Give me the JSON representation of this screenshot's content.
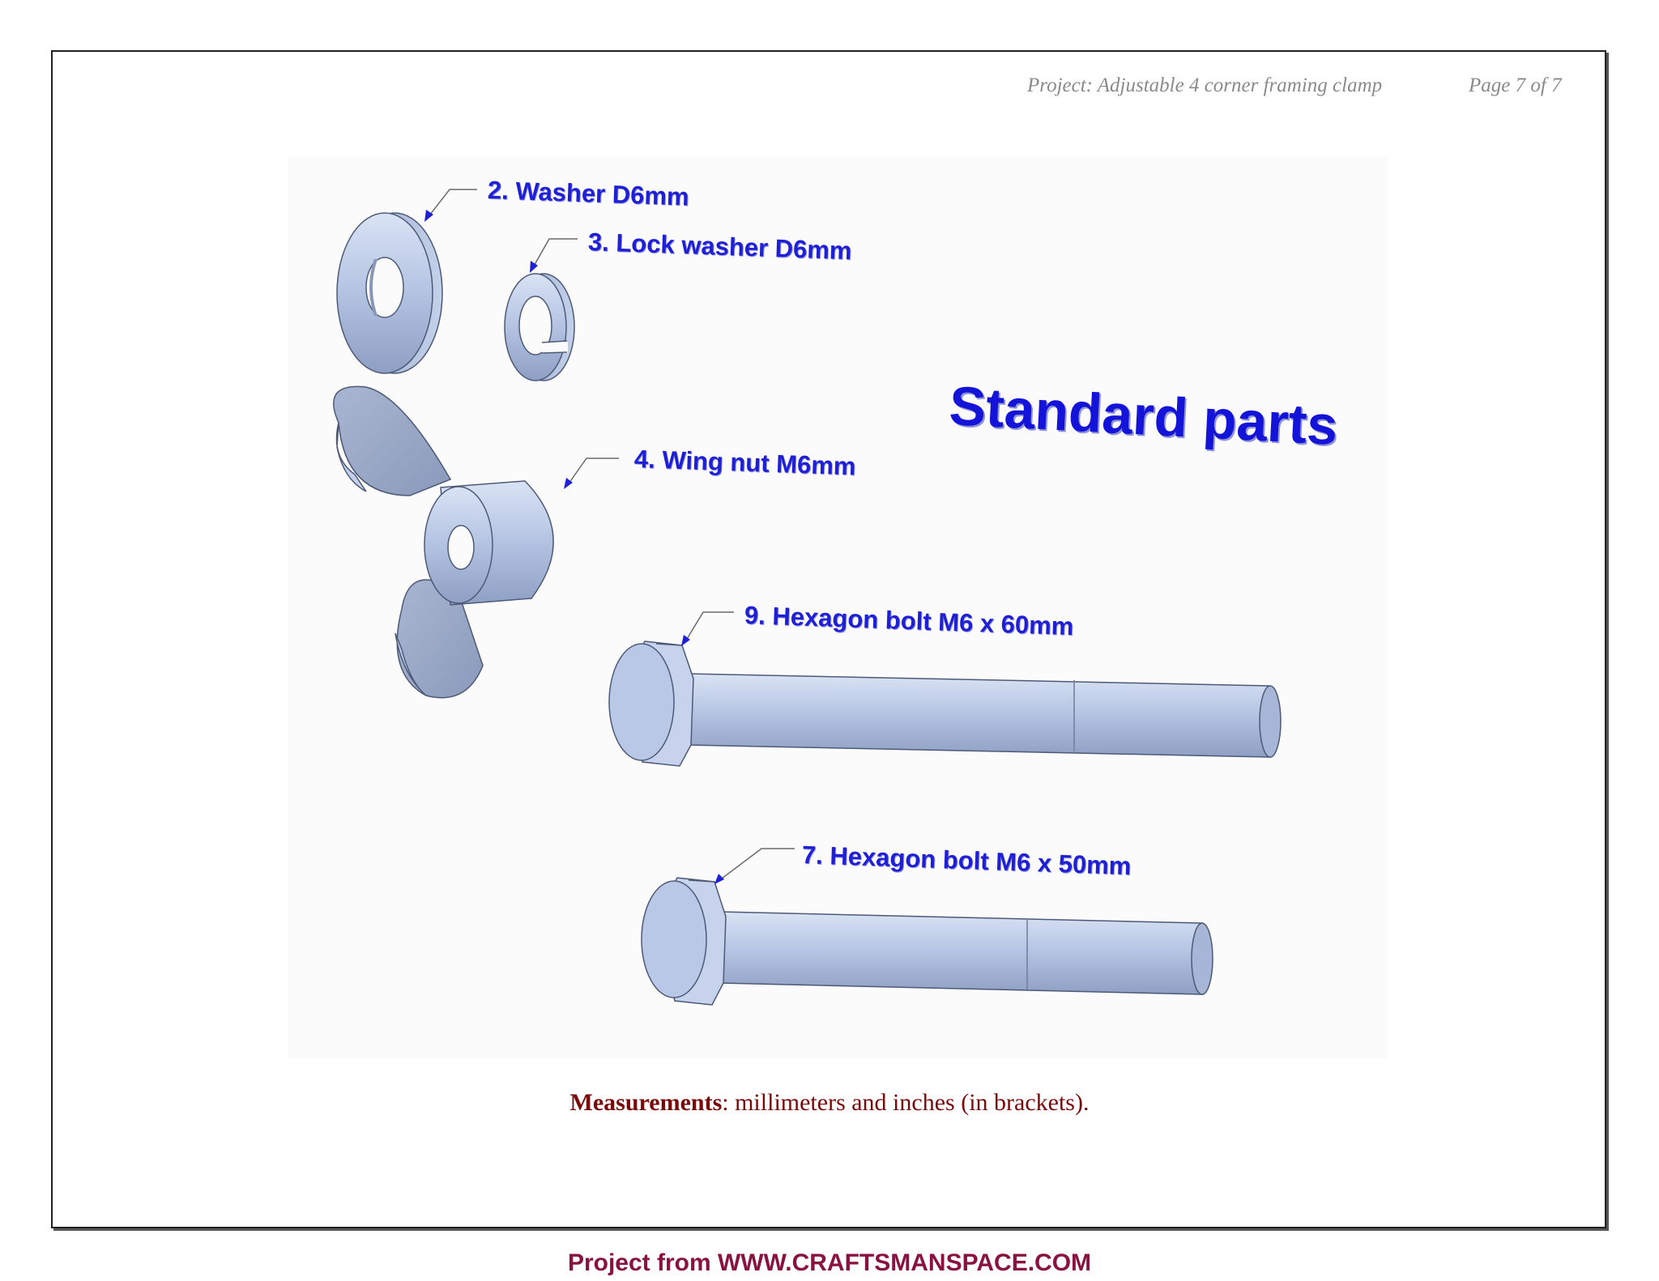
{
  "header": {
    "project": "Project: Adjustable 4 corner framing clamp",
    "page": "Page 7 of 7"
  },
  "drawing": {
    "title": "Standard parts",
    "callouts": {
      "washer": "2. Washer D6mm",
      "lock_washer": "3. Lock washer D6mm",
      "wing_nut": "4. Wing nut M6mm",
      "bolt_60": "9. Hexagon bolt M6 x 60mm",
      "bolt_50": "7. Hexagon bolt M6 x 50mm"
    },
    "colors": {
      "callout_text": "#1f1fd6",
      "part_fill": "#b9c8e6",
      "part_edge": "#4d5a77"
    }
  },
  "measurements": {
    "label": "Measurements",
    "text": ": millimeters and inches (in brackets)."
  },
  "footer": {
    "text": "Project from WWW.CRAFTSMANSPACE.COM"
  }
}
